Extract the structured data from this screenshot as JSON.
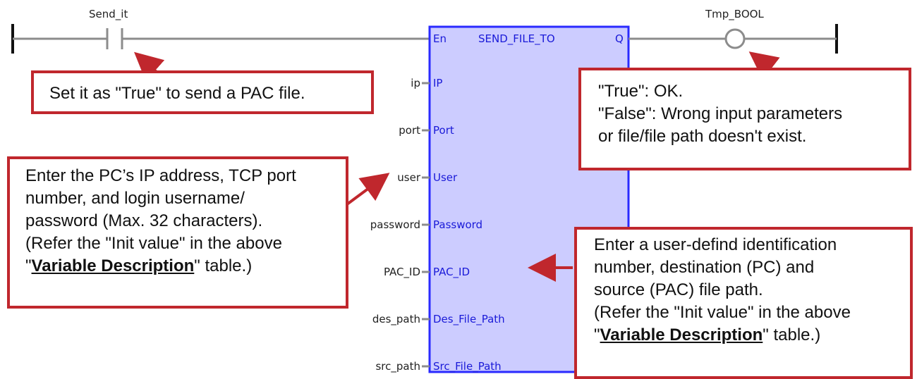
{
  "rung": {
    "contact_label": "Send_it",
    "coil_label": "Tmp_BOOL"
  },
  "function_block": {
    "name": "SEND_FILE_TO",
    "enable_pin": "En",
    "output_pin": "Q",
    "inputs": [
      {
        "pin": "IP",
        "variable": "ip"
      },
      {
        "pin": "Port",
        "variable": "port"
      },
      {
        "pin": "User",
        "variable": "user"
      },
      {
        "pin": "Password",
        "variable": "password"
      },
      {
        "pin": "PAC_ID",
        "variable": "PAC_ID"
      },
      {
        "pin": "Des_File_Path",
        "variable": "des_path"
      },
      {
        "pin": "Src_File_Path",
        "variable": "src_path"
      }
    ]
  },
  "callouts": {
    "send_it": {
      "text": "Set it as \"True\" to send a PAC file."
    },
    "result": {
      "lines": [
        "\"True\": OK.",
        "\"False\": Wrong input parameters",
        "or file/file path doesn't exist."
      ]
    },
    "connection": {
      "lines": [
        "Enter the PC’s IP address, TCP port",
        "number, and login username/",
        "password  (Max. 32 characters).",
        "(Refer the \"Init value\" in the above"
      ],
      "last_prefix": "\"",
      "last_bold": "Variable Description",
      "last_suffix": "\" table.)"
    },
    "paths": {
      "lines": [
        "Enter a user-defind identification",
        "number, destination (PC) and",
        "source (PAC) file path.",
        "(Refer the \"Init value\" in the above"
      ],
      "last_prefix": "\"",
      "last_bold": "Variable Description",
      "last_suffix": "\" table.)"
    }
  },
  "colors": {
    "rail": "#111111",
    "wire": "#8c8c8c",
    "block_fill": "#ccccff",
    "block_border": "#2a2aff",
    "pin_text": "#1a1ad8",
    "callout_border": "#c0272d",
    "arrow": "#c0272d"
  }
}
